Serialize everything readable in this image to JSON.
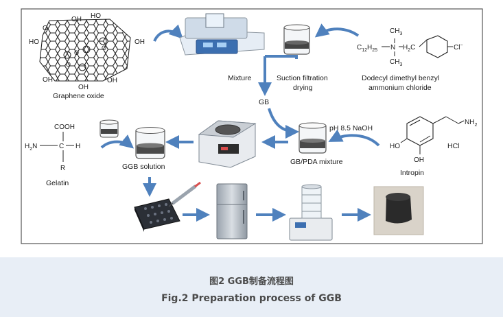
{
  "labels": {
    "graphene_oxide": "Graphene oxide",
    "mixture": "Mixture",
    "suction_line1": "Suction filtration",
    "suction_line2": "drying",
    "dodecyl_line1": "Dodecyl dimethyl benzyl",
    "dodecyl_line2": "ammonium chloride",
    "gb": "GB",
    "ph": "pH 8.5 NaOH",
    "gb_pda": "GB/PDA mixture",
    "ggb_solution": "GGB solution",
    "gelatin": "Gelatin",
    "intropin": "Intropin",
    "hcl": "HCl"
  },
  "chem": {
    "oh": "OH",
    "hoo": "HO",
    "cooh": "COOH",
    "n": "N",
    "h2n": "H",
    "h": "H",
    "r": "R",
    "ch3": "CH",
    "c12": "C",
    "h2c": "H",
    "cl": "Cl",
    "nh2": "NH",
    "c": "C",
    "sub2": "2",
    "sub3": "3",
    "sub12": "12",
    "sub25": "25",
    "minus": "−",
    "o": "O"
  },
  "caption": {
    "cn": "图2 GGB制备流程图",
    "en": "Fig.2 Preparation process of GGB"
  },
  "colors": {
    "arrow": "#4f81bd",
    "border": "#555555",
    "caption_band": "#e8eef6"
  }
}
